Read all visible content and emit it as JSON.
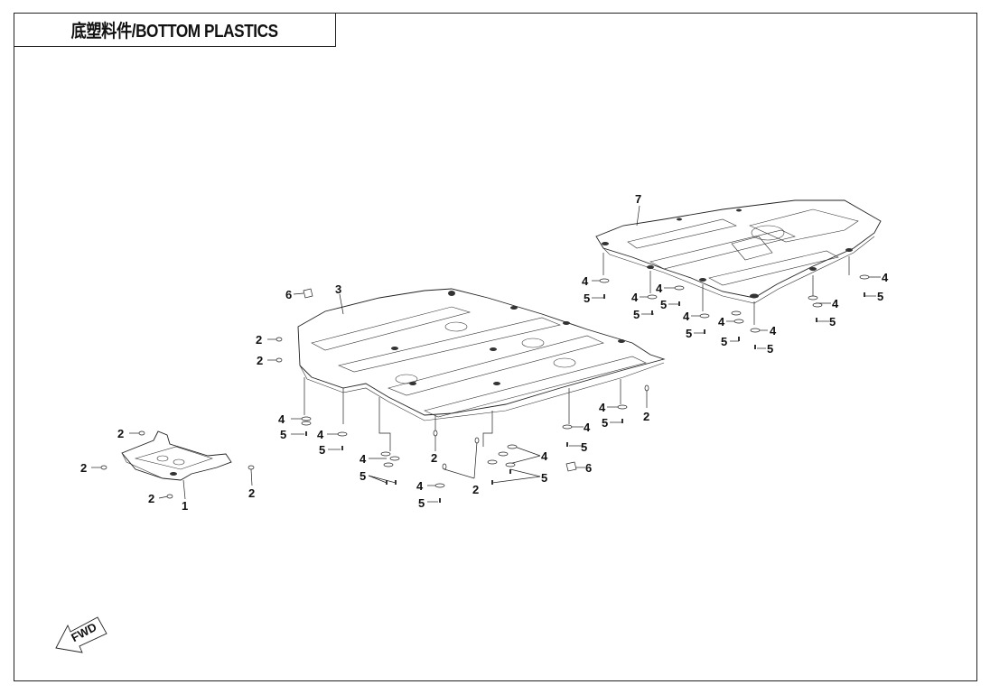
{
  "header": {
    "title": "底塑料件/BOTTOM PLASTICS"
  },
  "fwd_arrow": {
    "label": "FWD"
  },
  "callouts": {
    "c1": "1",
    "c2": "2",
    "c3": "3",
    "c4": "4",
    "c5": "5",
    "c6": "6",
    "c7": "7"
  }
}
